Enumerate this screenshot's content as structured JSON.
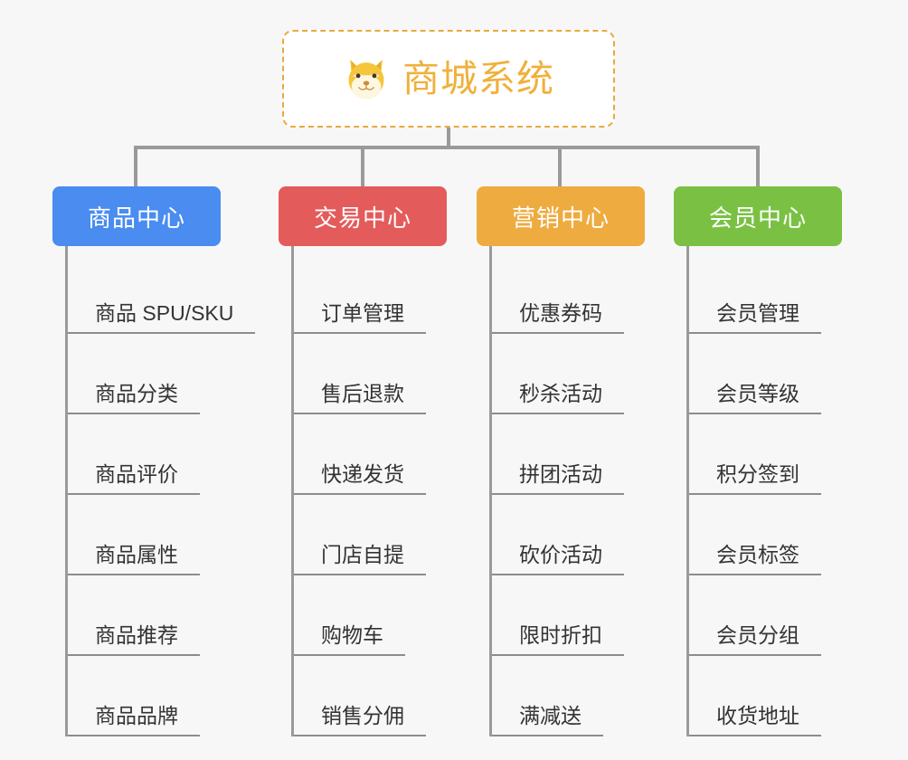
{
  "diagram": {
    "type": "mindmap",
    "background_color": "#f7f7f7",
    "root": {
      "title": "商城系统",
      "icon": "shiba-dog-face-emoji",
      "border_color": "#e9a93e",
      "text_color": "#f0b03c",
      "fill_color": "#ffffff"
    },
    "connector_color": "#9a9a9a",
    "branches": [
      {
        "title": "商品中心",
        "color": "#4a8cf0",
        "items": [
          "商品 SPU/SKU",
          "商品分类",
          "商品评价",
          "商品属性",
          "商品推荐",
          "商品品牌"
        ]
      },
      {
        "title": "交易中心",
        "color": "#e45b5b",
        "items": [
          "订单管理",
          "售后退款",
          "快递发货",
          "门店自提",
          "购物车",
          "销售分佣"
        ]
      },
      {
        "title": "营销中心",
        "color": "#eeab3f",
        "items": [
          "优惠券码",
          "秒杀活动",
          "拼团活动",
          "砍价活动",
          "限时折扣",
          "满减送"
        ]
      },
      {
        "title": "会员中心",
        "color": "#7ac143",
        "items": [
          "会员管理",
          "会员等级",
          "积分签到",
          "会员标签",
          "会员分组",
          "收货地址"
        ]
      }
    ]
  }
}
